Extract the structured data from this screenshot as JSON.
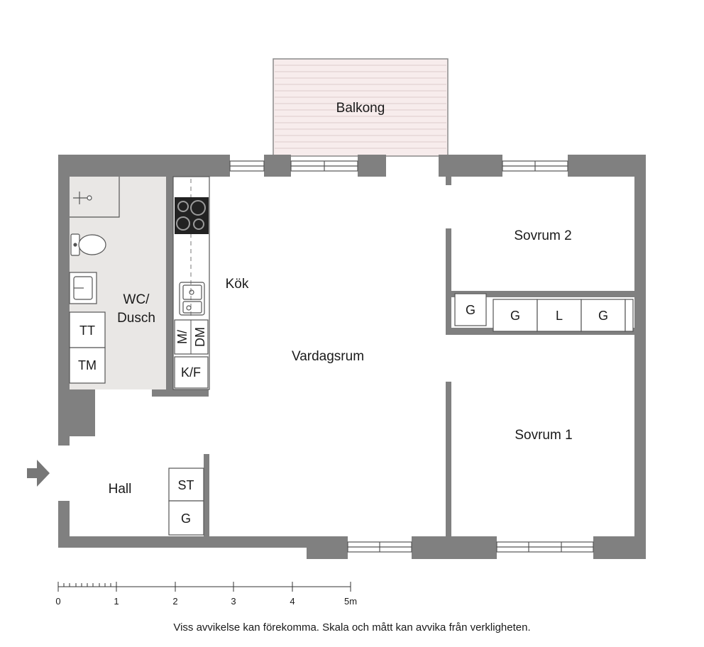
{
  "rooms": {
    "balcony": "Balkong",
    "bathroom_line1": "WC/",
    "bathroom_line2": "Dusch",
    "kitchen": "Kök",
    "living_room": "Vardagsrum",
    "bedroom_2": "Sovrum 2",
    "bedroom_1": "Sovrum 1",
    "hall": "Hall"
  },
  "fixtures": {
    "tt": "TT",
    "tm": "TM",
    "m_slash": "M/",
    "dm": "DM",
    "kf": "K/F",
    "st": "ST",
    "g_hall": "G",
    "g_small": "G",
    "g_wardrobe_1": "G",
    "l_wardrobe": "L",
    "g_wardrobe_2": "G"
  },
  "scale": {
    "ticks": [
      "0",
      "1",
      "2",
      "3",
      "4",
      "5m"
    ]
  },
  "disclaimer": "Viss avvikelse kan förekomma. Skala och mått kan avvika från verkligheten.",
  "colors": {
    "wall": "#808080",
    "bathroom_floor": "#e9e7e5",
    "balcony_floor": "#f7ecec",
    "balcony_lines": "#dccccc",
    "ink": "#1a1a1a"
  },
  "icons": [
    "entrance-arrow-icon",
    "stove-icon",
    "sink-icon",
    "toilet-icon",
    "shower-icon",
    "washbasin-icon"
  ]
}
